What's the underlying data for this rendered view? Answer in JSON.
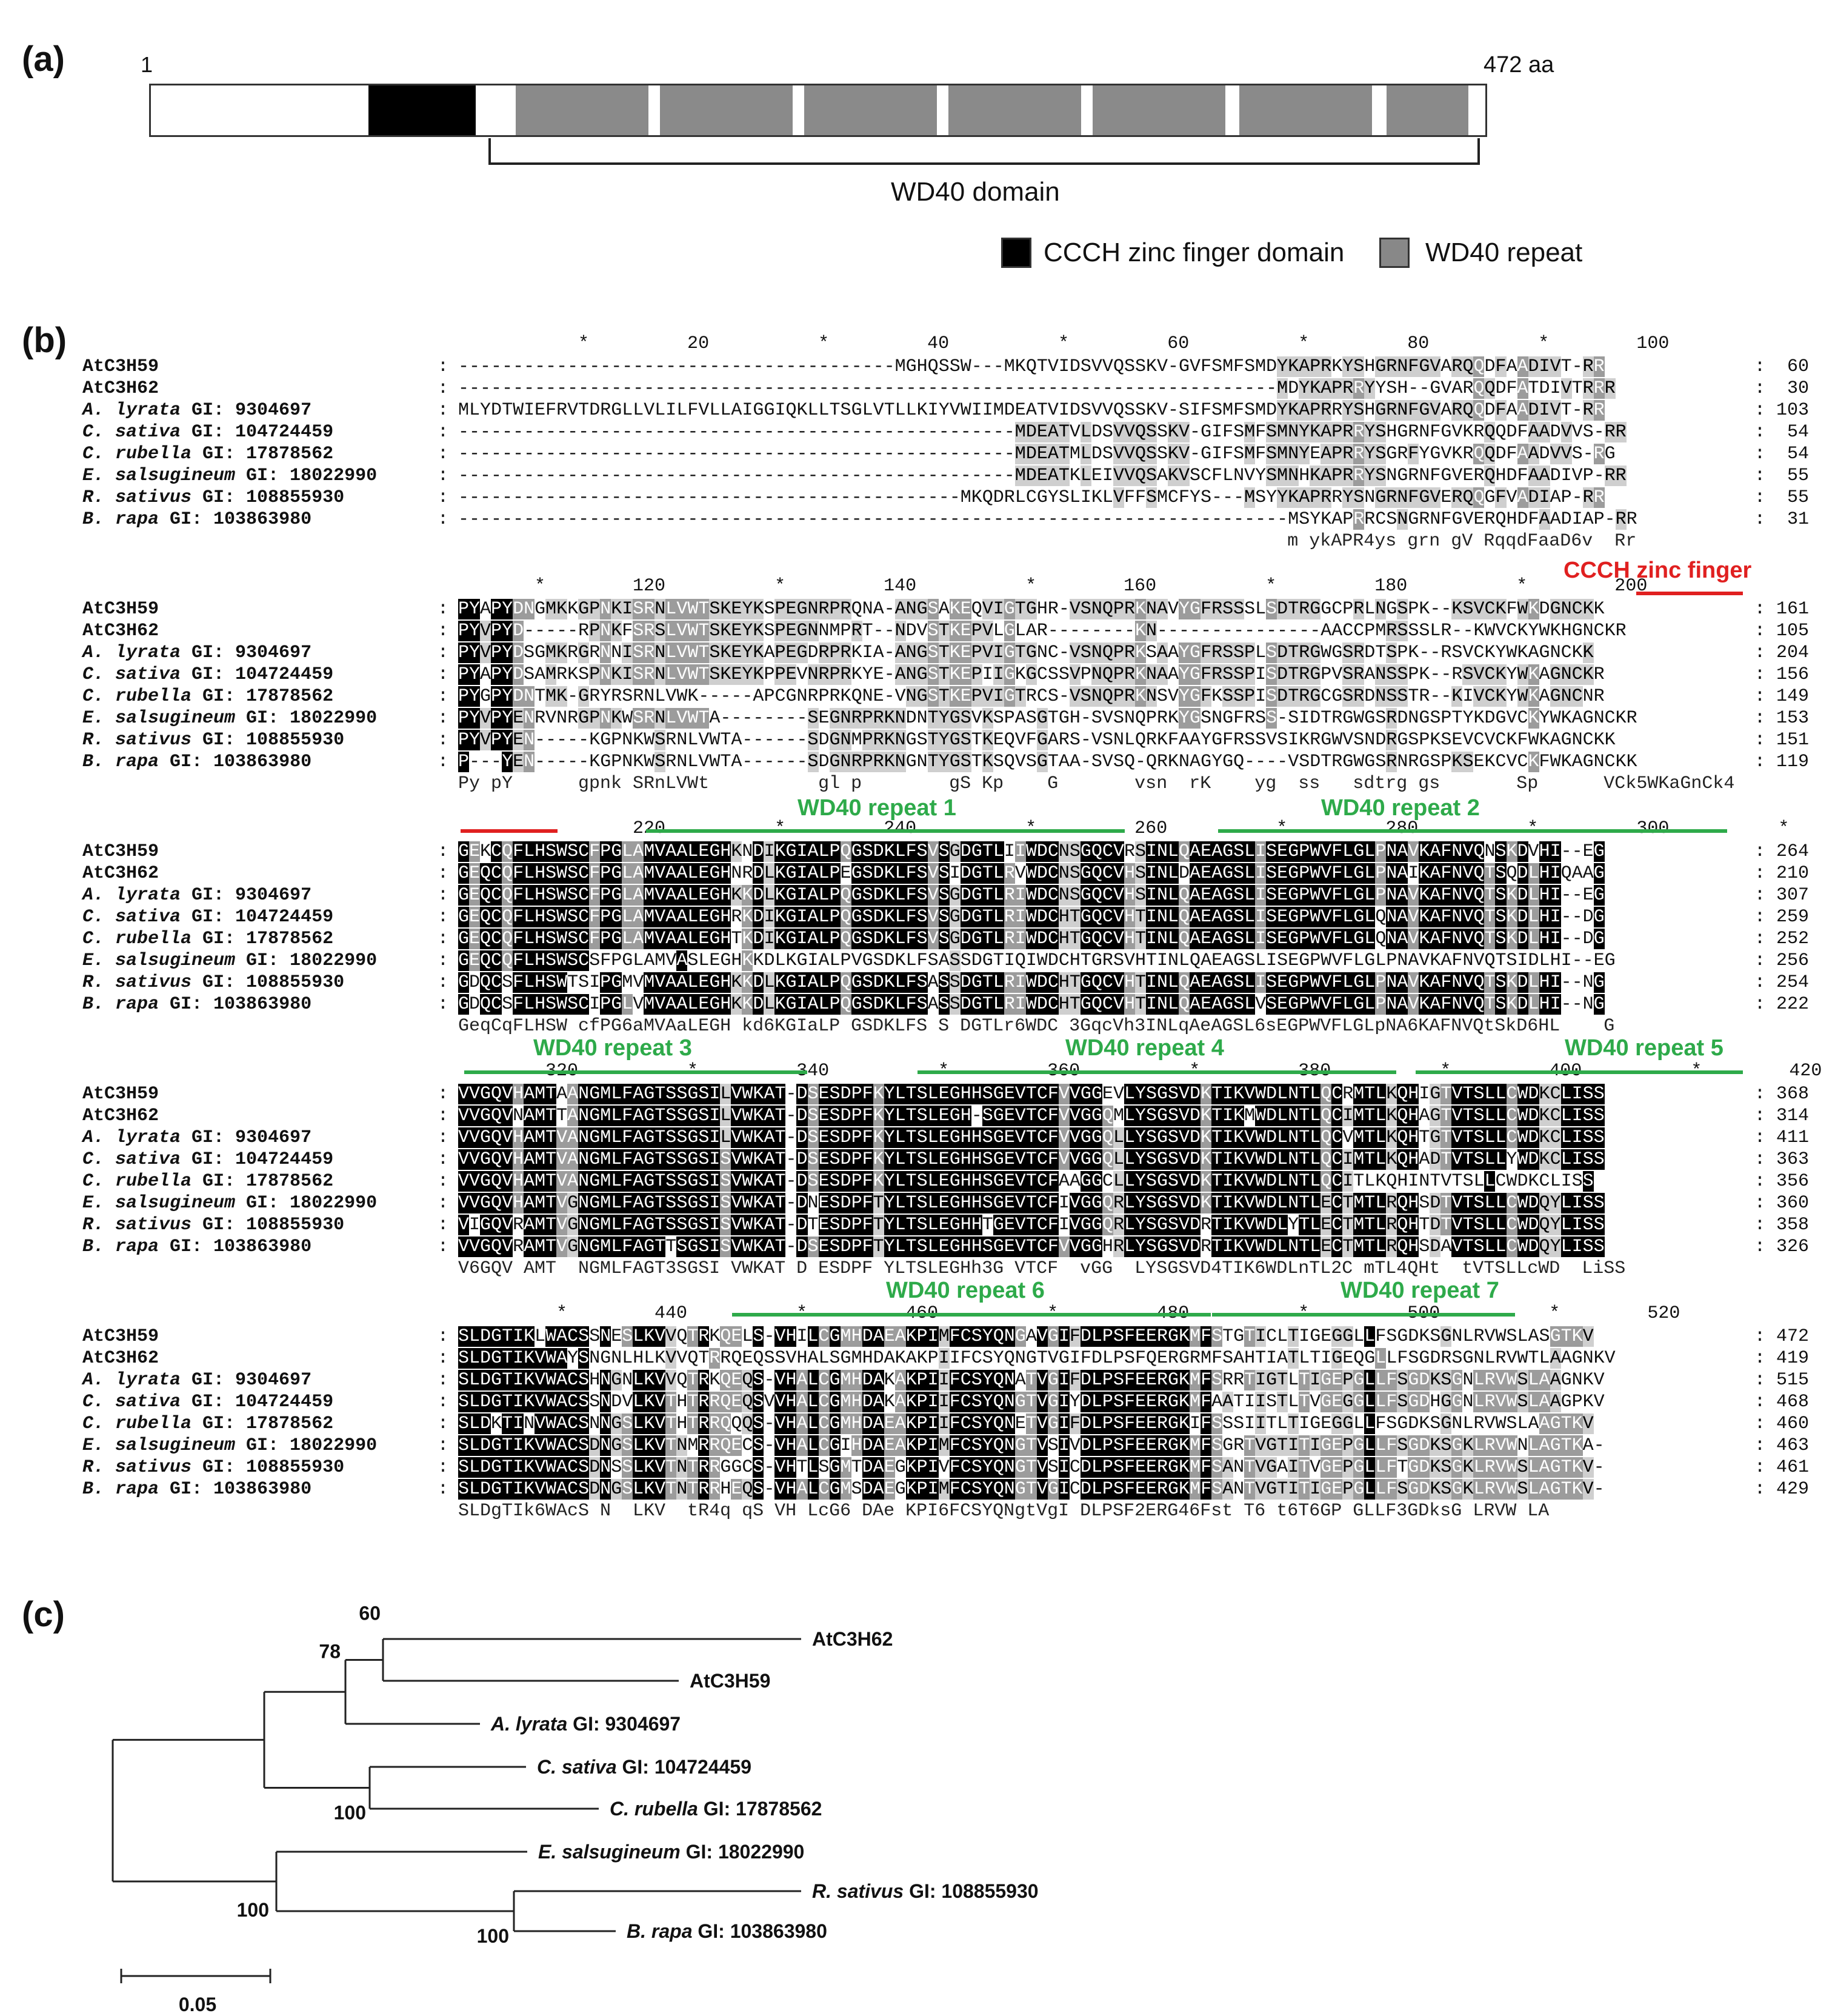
{
  "panel_a": {
    "label": "(a)",
    "start": "1",
    "end": "472 aa",
    "domain_caption": "WD40 domain",
    "legend": [
      {
        "label": "CCCH zinc finger domain",
        "color": "#000000"
      },
      {
        "label": "WD40 repeat",
        "color": "#888888"
      }
    ],
    "segments": [
      {
        "type": "plain",
        "start": 1,
        "end": 78
      },
      {
        "type": "zinc",
        "start": 78,
        "end": 116
      },
      {
        "type": "plain",
        "start": 116,
        "end": 130
      },
      {
        "type": "wd40",
        "start": 130,
        "end": 177
      },
      {
        "type": "wd40",
        "start": 181,
        "end": 228
      },
      {
        "type": "wd40",
        "start": 232,
        "end": 279
      },
      {
        "type": "wd40",
        "start": 283,
        "end": 330
      },
      {
        "type": "wd40",
        "start": 334,
        "end": 381
      },
      {
        "type": "wd40",
        "start": 386,
        "end": 433
      },
      {
        "type": "wd40",
        "start": 438,
        "end": 467
      }
    ],
    "domain_range": [
      126,
      492
    ]
  },
  "panel_b": {
    "label": "(b)",
    "species": [
      "AtC3H59",
      "AtC3H62",
      "A. lyrata GI: 9304697",
      "C. sativa GI: 104724459",
      "C. rubella GI: 17878562",
      "E. salsugineum GI: 18022990",
      "R. sativus GI: 108855930",
      "B. rapa GI: 103863980"
    ],
    "species_italic": [
      "",
      "",
      "A. lyrata",
      "C. sativa",
      "C. rubella",
      "E. salsugineum",
      "R. sativus",
      "B. rapa"
    ],
    "species_rest": [
      "AtC3H59",
      "AtC3H62",
      " GI: 9304697",
      " GI: 104724459",
      " GI: 17878562",
      " GI: 18022990",
      " GI: 108855930",
      " GI: 103863980"
    ],
    "blocks": [
      {
        "ruler": "           *         20          *         40          *         60          *         80          *        100",
        "seqs": [
          "----------------------------------------MGHQSSW---MKQTVIDSVVQSSKV-GVFSMFSMDYKAPRKYSHGRNFGVARQQDFAADIVT-RR",
          "---------------------------------------------------------------------------MDYKAPRRYYSH--GVARQQDFATDIVTRRR",
          "MLYDTWIEFRVTDRGLLVLILFVLLAIGGIQKLLTSGLVTLLKIYVWIIMDEATVIDSVVQSSKV-SIFSMFSMDYKAPRRYSHGRNFGVARQQDFAADIVT-RR",
          "---------------------------------------------------MDEATVLDSVVQSSKV-GIFSMFSMNYKAPRRYSHGRNFGVKRQQDFAADVVS-RR",
          "---------------------------------------------------MDEATMLDSVVQSSKV-GIFSMFSMNYEAPRRYSGRFYGVKRQQDFAADVVS-RG",
          "---------------------------------------------------MDEATKLEIVVQSAKVSCFLNVYSMNHKAPRRYSNGRNFGVERQHDFAADIVP-RR",
          "----------------------------------------------MKQDRLCGYSLIKLVFFSMCFYS---MSYYKAPRRYSNGRNFGVERQQGFVADIAP-RR",
          "----------------------------------------------------------------------------MSYKAPRRCSNGRNFGVERQHDFAADIAP-RR"
        ],
        "positions": [
          "60",
          "30",
          "103",
          "54",
          "54",
          "55",
          "55",
          "31"
        ],
        "consensus": "                                                                            m ykAPR4ys grn gV RqqdFaaD6v  Rr"
      },
      {
        "ruler": "       *        120          *         140          *        160          *         180          *        200",
        "seqs": [
          "PYAPYDNGMKKGPNKISRNLVWTSKEYKSPEGNRPRQNA-ANGSAKEQVIGTGHR-VSNQPRKNAVYGFRSSSLSDTRGGCPRLNGSPK--KSVCKFWKDGNCKK",
          "PYVPYD-----RPNKFSRSLVWTSKEYKSPEGNNMPRT--NDVSTKEPVLGLAR--------KN---------------AACCPMRSSSLR--KWVCKYWKHGNCKR",
          "PYVPYDSGMKRGRNNISRNLVWTSKEYKAPEGDRPRKIA-ANGSTKEPVIGTGNC-VSNQPRKSAAYGFRSSPLSDTRGWGSRDTSPK--RSVCKYWKAGNCKK",
          "PYAPYDSAMRKSPNKISRNLVWTSKEYKPPEVNRPRKYE-ANGSTKEPIIGKGCSSVPNQPRKNAAYGFRSSPISDTRGPVSRANSSPK--RSVCKYWKAGNCKR",
          "PYGPYDNTMK-GRYRSRNLVWK-----APCGNRPRKQNE-VNGSTKEPVIGTRCS-VSNQPRKNSVYGFKSSPISDTRGCGSRDNSSTR--KIVCKYWKAGNCNR",
          "PYVPYENRVNRGPNKWSRNLVWTA--------SEGNRPRKNDNTYGSVKSPASGTGH-SVSNQPRKYGSNGFRSS-SIDTRGWGSRDNGSPTYKDGVCKYWKAGNCKR",
          "PYVPYEN-----KGPNKWSRNLVWTA------SDGNMPRKNGSTYGSTKEQVFGARS-VSNLQRKFAAYGFRSSVSIKRGWVSNDRGSPKSEVCVCKFWKAGNCKK",
          "P---YEN-----KGPNKWSRNLVWTA------SDGNRPRKNGNTYGSTKSQVSGTAA-SVSQ-QRKNAGYGQ----VSDTRGWGSRNRGSPKSEKCVCKFWKAGNCKK"
        ],
        "positions": [
          "161",
          "105",
          "204",
          "156",
          "149",
          "153",
          "151",
          "119"
        ],
        "consensus": "Py pY      gpnk SRnLVWt          gl p        gS Kp    G       vsn  rK    yg  ss   sdtrg gs       Sp      VCk5WKaGnCk4"
      },
      {
        "ruler": "                220          *         240          *         260          *         280          *         300          *",
        "seqs": [
          "GEKCQFLHSWSCFPGLAMVAALEGHKNDIKGIALPQGSDKLFSVSGDGTLIIWDCNSGQCVRSINLQAEAGSLISEGPWVFLGLPNAVKAFNVQNSKDVHI--EG",
          "GEQCQFLHSWSCFPGLAMVAALEGHNRDLKGIALPEGSDKLFSVSIDGTLRVWDCNSGQCVHSINLDAEAGSLISEGPWVFLGLPNAIKAFNVQTSQDLHIQAAG",
          "GEQCQFLHSWSCFPGLAMVAALEGHKKDLKGIALPQGSDKLFSVSGDGTLRIWDCNSGQCVHSINLQAEAGSLISEGPWVFLGLPNAVKAFNVQTSKDLHI--EG",
          "GEQCQFLHSWSCFPGLAMVAALEGHRKDIKGIALPQGSDKLFSVSGDGTLRIWDCHTGQCVHTINLQAEAGSLISEGPWVFLGLQNAVKAFNVQTSKDLHI--DG",
          "GEQCQFLHSWSCFPGLAMVAALEGHTKDIKGIALPQGSDKLFSVSGDGTLRIWDCHTGQCVHTINLQAEAGSLISEGPWVFLGLQNAVKAFNVQTSKDLHI--DG",
          "GEQCQFLHSWSCSFPGLAMVASLEGHKKDLKGIALPVGSDKLFSASSDGTIQIWDCHTGRSVHTINLQAEAGSLISEGPWVFLGLPNAVKAFNVQTSIDLHI--EG",
          "GDQCSFLHSWTSIPGMVMVAALEGHKKDLKGIALPQGSDKLFSASSDGTLRIWDCHTGQCVHTINLQAEAGSLISEGPWVFLGLPNAVKAFNVQTSKDLHI--NG",
          "GDQCSFLHSWSCIPGLVMVAALEGHKKDLKGIALPQGSDKLFSASSDGTLRIWDCHTGQCVHTINLQAEAGSLVSEGPWVFLGLPNAVKAFNVQTSKDLHI--NG"
        ],
        "positions": [
          "264",
          "210",
          "307",
          "259",
          "252",
          "256",
          "254",
          "222"
        ],
        "consensus": "GeqCqFLHSW cfPG6aMVAaLEGH kd6KGIaLP GSDKLFS S DGTLr6WDC 3GqcVh3INLqAeAGSL6sEGPWVFLGLpNA6KAFNVQtSkD6HL    G"
      },
      {
        "ruler": "        320          *         340          *         360          *         380          *         400          *        420",
        "seqs": [
          "VVGQVHAMTAANGMLFAGTSSGSILVWKAT-DSESDPFKYLTSLEGHHSGEVTCFVVGGEVLYSGSVDKTIKVWDLNTLQCRMTLKQHIGTVTSLLCWDKCLISS",
          "VVGQVNAMTTANGMLFAGTSSGSILVWKAT-DSESDPFKYLTSLEGH-SGEVTCFVVGGQMLYSGSVDKTIKMWDLNTLQCIMTLKQHAGTVTSLLCWDKCLISS",
          "VVGQVHAMTVANGMLFAGTSSGSILVWKAT-DSESDPFKYLTSLEGHHSGEVTCFVVGGQLLYSGSVDKTIKVWDLNTLQCVMTLKQHTGTVTSLLCWDKCLISS",
          "VVGQVHAMTVANGMLFAGTSSGSISVWKAT-DSESDPFKYLTSLEGHHSGEVTCFVVGGQLLYSGSVDKTIKVWDLNTLQCIMTLKQHADTVTSLLYWDKCLISS",
          "VVGQVHAMTVANGMLFAGTSSGSISVWKAT-DSESDPFKYLTSLEGHHSGEVTCFAAGGCLLYSGSVDKTIKVWDLNTLQCITLKQHINTVTSLLCWDKCLISS",
          "VVGQVHAMTVGNGMLFAGTSSGSISVWKAT-DNESDPFTYLTSLEGHHSGEVTCFIVGGQRLYSGSVDKTIKVWDLNTLECTMTLRQHSDTVTSLLCWDQYLISS",
          "VIGQVRAMTVGNGMLFAGTSSGSISVWKAT-DTESDPFTYLTSLEGHHTGEVTCFIVGGQRLYSGSVDRTIKVWDLYTLECTMTLRQHTDTVTSLLCWDQYLISS",
          "VVGQVRAMTVGNGMLFAGTTSGSISVWKAT-DSESDPFTYLTSLEGHHSGEVTCFVVGGHRLYSGSVDRTIKVWDLNTLECTMTLRQHSDAVTSLLCWDQYLISS"
        ],
        "positions": [
          "368",
          "314",
          "411",
          "363",
          "356",
          "360",
          "358",
          "326"
        ],
        "consensus": "V6GQV AMT  NGMLFAGT3SGSI VWKAT D ESDPF YLTSLEGHh3G VTCF  vGG  LYSGSVD4TIK6WDLnTL2C mTL4QHt  tVTSLLcWD  LiSS"
      },
      {
        "ruler": "         *        440          *         460          *         480          *         500          *        520",
        "seqs": [
          "SLDGTIKLWACSSNESLKVVQTRKQELS-VHILCGMHDAEAKPIMFCSYQNGAVGIFDLPSFEERGKMFSTGTICLTIGEGGLLFSGDKSGNLRVWSLASGTKV",
          "SLDGTIKVWAYSNGNLHLKVVQTRRQEQSSVHALSGMHDAKAKPIIFCSYQNGTVGIFDLPSFQERGRMFSAHTIATLTIGEQGLLFSGDRSGNLRVWTLAAGNKV",
          "SLDGTIKVWACSHNGNLKVVQTRKQEQS-VHALCGMHDAKAKPIIFCSYQNATVGIFDLPSFEERGKMFSRRTIGTLTIGEPGLLFSGDKSGNLRVWSLAAGNKV",
          "SLDGTIKVWACSSNDVLKVTHTRRQEQSVVHALCGMHDAKAKPIIFCSYQNGTVGIYDLPSFEERGKMFAATIISTLTVGEGGLLFSGDHGGNLRVWSLAAGPKV",
          "SLDKTINVWACSNNGSLKVTHTRRQQQS-VHALCGMHDAEAKPIIFCSYQNETVGIFDLPSFEERGKIFSSSIITLTIGEGGLLFSGDKSGNLRVWSLAAGTKV",
          "SLDGTIKVWACSDNGSLKVTNMRRQECS-VHALCGIHDAEAKPIMFCSYQNGTVSIVDLPSFEERGKMFSGRTVGTITIGEPGLLFSGDKSGKLRVWNLAGTKA-",
          "SLDGTIKVWACSDNSSLKVTNTRRGGCS-VHTLSGMTDAEGKPIVFCSYQNGTVSICDLPSFEERGKMFSANTVGAITVGEPGLLFTGDKSGKLRVWSLAGTKV-",
          "SLDGTIKVWACSDNGSLKVTNTRRHEQS-VHALCGMSDAEGKPIMFCSYQNGTVGICDLPSFEERGKMFSANTVGTITIGEPGLLFSGDKSGKLRVWSLAGTKV-"
        ],
        "positions": [
          "472",
          "419",
          "515",
          "468",
          "460",
          "463",
          "461",
          "429"
        ],
        "consensus": "SLDgTIk6WAcS N  LKV  tR4q qS VH LcG6 DAe KPI6FCSYQNgtVgI DLPSF2ERG46Fst T6 t6T6GP GLLF3GDksG LRVW LA"
      }
    ],
    "annotations": [
      {
        "block": 1,
        "label": "CCCH zinc finger",
        "color": "#e02020"
      },
      {
        "block": 2,
        "label": "WD40 repeat 1",
        "color": "#2eaa4a"
      },
      {
        "block": 2,
        "label": "WD40 repeat 2",
        "color": "#2eaa4a"
      },
      {
        "block": 3,
        "label": "WD40 repeat 3",
        "color": "#2eaa4a"
      },
      {
        "block": 3,
        "label": "WD40 repeat 4",
        "color": "#2eaa4a"
      },
      {
        "block": 3,
        "label": "WD40 repeat 5",
        "color": "#2eaa4a"
      },
      {
        "block": 4,
        "label": "WD40 repeat 6",
        "color": "#2eaa4a"
      },
      {
        "block": 4,
        "label": "WD40 repeat 7",
        "color": "#2eaa4a"
      }
    ]
  },
  "panel_c": {
    "label": "(c)",
    "leaves": [
      {
        "italic": "",
        "rest": "AtC3H62"
      },
      {
        "italic": "",
        "rest": "AtC3H59"
      },
      {
        "italic": "A. lyrata",
        "rest": " GI: 9304697"
      },
      {
        "italic": "C. sativa",
        "rest": " GI: 104724459"
      },
      {
        "italic": "C. rubella",
        "rest": " GI: 17878562"
      },
      {
        "italic": "E. salsugineum",
        "rest": " GI: 18022990"
      },
      {
        "italic": "R. sativus",
        "rest": " GI: 108855930"
      },
      {
        "italic": "B. rapa",
        "rest": " GI: 103863980"
      }
    ],
    "bootstrap": [
      "60",
      "78",
      "100",
      "100",
      "100"
    ],
    "scale": "0.05"
  }
}
